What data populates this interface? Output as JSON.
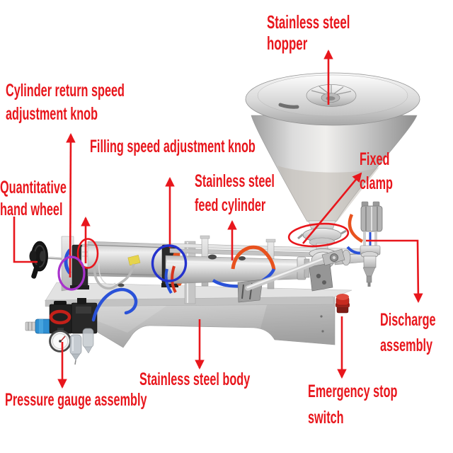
{
  "figure": {
    "title": "Pneumatic paste filling machine - labeled parts diagram",
    "background_color": "#ffffff"
  },
  "colors": {
    "annotation_text_and_arrows": "#e8161c",
    "highlight_circle_red": "#e8161c",
    "highlight_circle_purple": "#a832cc",
    "highlight_circle_blue": "#2432cd",
    "pneumatic_tube_blue": "#2a52d8",
    "pneumatic_tube_orange": "#e8521e",
    "emergency_stop_red": "#c62b20",
    "sticker_yellow": "#e6d44c",
    "machine_metal_grey": "#c9c9c9"
  },
  "labels": {
    "hopper": "Stainless steel hopper",
    "cylinder_return": "Cylinder return speed\nadjustment knob",
    "filling_speed": "Filling speed adjustment knob",
    "quantitative": "Quantitative\nhand wheel",
    "feed_cylinder": "Stainless steel\nfeed cylinder",
    "fixed_clamp": "Fixed clamp",
    "discharge": "Discharge\nassembly",
    "body": "Stainless steel body",
    "pressure_gauge": "Pressure gauge assembly",
    "emergency_stop": "Emergency stop\nswitch"
  }
}
